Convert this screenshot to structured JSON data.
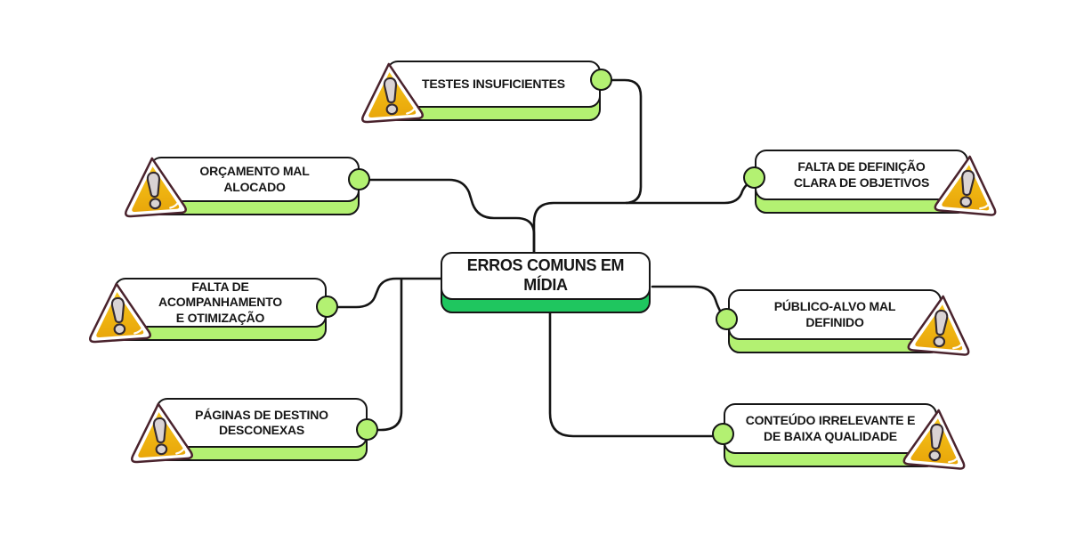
{
  "diagram": {
    "center": {
      "label": "ERROS COMUNS EM\nMÍDIA",
      "accent_color": "#1fc65f"
    },
    "branches": [
      {
        "id": "testes-insuficientes",
        "label": "TESTES INSUFICIENTES",
        "icon": "warning-triangle-icon",
        "side": "top"
      },
      {
        "id": "orcamento-mal-alocado",
        "label": "ORÇAMENTO MAL ALOCADO",
        "icon": "warning-triangle-icon",
        "side": "left"
      },
      {
        "id": "falta-de-acompanhamento",
        "label": "FALTA DE ACOMPANHAMENTO\nE OTIMIZAÇÃO",
        "icon": "warning-triangle-icon",
        "side": "left"
      },
      {
        "id": "paginas-de-destino",
        "label": "PÁGINAS DE DESTINO\nDESCONEXAS",
        "icon": "warning-triangle-icon",
        "side": "left"
      },
      {
        "id": "falta-de-definicao",
        "label": "FALTA DE DEFINIÇÃO\nCLARA DE OBJETIVOS",
        "icon": "warning-triangle-icon",
        "side": "right"
      },
      {
        "id": "publico-alvo",
        "label": "PÚBLICO-ALVO MAL\nDEFINIDO",
        "icon": "warning-triangle-icon",
        "side": "right"
      },
      {
        "id": "conteudo-irrelevante",
        "label": "CONTEÚDO IRRELEVANTE E\nDE BAIXA QUALIDADE",
        "icon": "warning-triangle-icon",
        "side": "right"
      }
    ],
    "colors": {
      "background": "#ffffff",
      "branch_accent": "#b3f172",
      "center_accent": "#1fc65f",
      "connector_dot": "#b3f172",
      "connector_line": "#141414",
      "node_border": "#161616",
      "warning_fill": "#f0b60e",
      "warning_border": "#4a232d",
      "warning_mark": "#d9d3d4",
      "text": "#161616"
    }
  }
}
